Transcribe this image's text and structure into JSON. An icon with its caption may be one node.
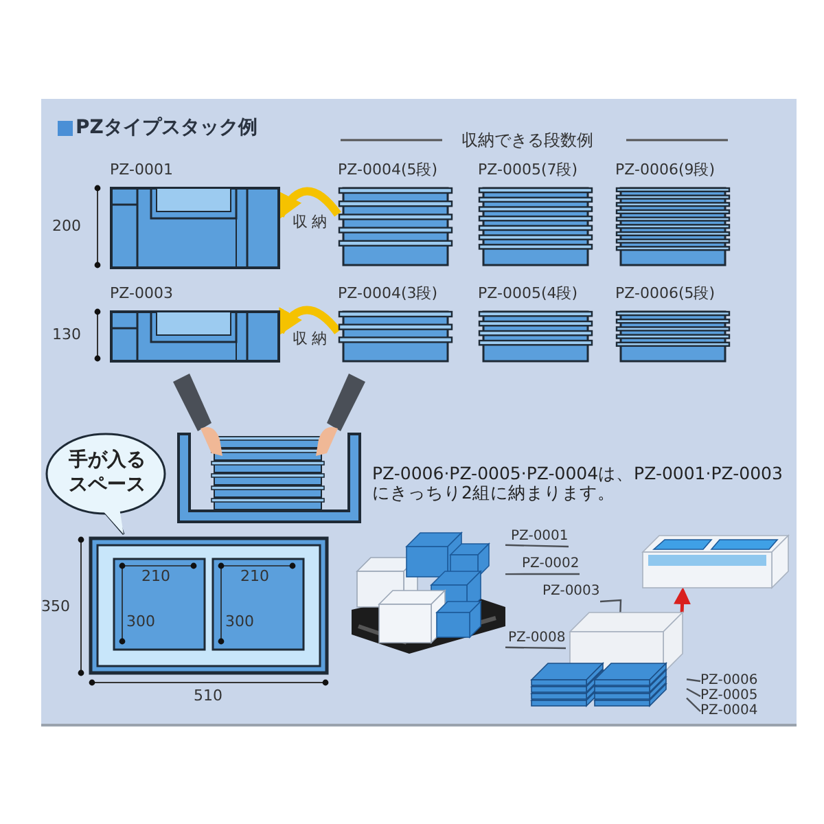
{
  "diagram": {
    "title": "PZタイプスタック例",
    "nodes": [
      {
        "text": [
          "PZ-0001"
        ]
      },
      {
        "text": [
          "PZ-0004(5段)"
        ]
      },
      {
        "text": [
          "PZ-0005(7段)"
        ]
      },
      {
        "text": [
          "PZ-0006(9段)"
        ]
      },
      {
        "text": [
          "PZ-0003"
        ]
      },
      {
        "text": [
          "PZ-0004(3段)"
        ]
      },
      {
        "text": [
          "PZ-0005(4段)"
        ]
      },
      {
        "text": [
          "PZ-0006(5段)"
        ]
      },
      {
        "text": [
          "手が入るスペース"
        ]
      },
      {
        "text": [],
        "shape": "picture"
      },
      {
        "text": [
          "PZ-0001"
        ]
      },
      {
        "text": [
          "PZ-0002"
        ]
      },
      {
        "text": [
          "PZ-0003"
        ]
      },
      {
        "text": [
          "PZ-0008"
        ]
      },
      {
        "text": [],
        "shape": "picture"
      },
      {
        "text": [],
        "shape": "picture"
      },
      {
        "text": [
          "PZ-0006"
        ]
      },
      {
        "text": [
          "PZ-0005"
        ]
      },
      {
        "text": [
          "PZ-0004"
        ]
      }
    ],
    "edges": [
      {
        "from": 1,
        "to": 0,
        "arrow": "to",
        "label": "収納",
        "style": "thick",
        "color": "#f5c200"
      },
      {
        "from": 5,
        "to": 4,
        "arrow": "to",
        "label": "収納",
        "style": "thick",
        "color": "#f5c200"
      },
      {
        "from": 10,
        "to": 9,
        "arrow": "none"
      },
      {
        "from": 11,
        "to": 9,
        "arrow": "none"
      },
      {
        "from": 12,
        "to": 14,
        "arrow": "none"
      },
      {
        "from": 13,
        "to": 9,
        "arrow": "none"
      },
      {
        "from": 16,
        "to": 14,
        "arrow": "none"
      },
      {
        "from": 17,
        "to": 14,
        "arrow": "none"
      },
      {
        "from": 18,
        "to": 14,
        "arrow": "none"
      },
      {
        "from": 14,
        "to": 15,
        "arrow": "to",
        "color": "#d9201e"
      }
    ],
    "labels": [
      "収納できる段数例",
      "200",
      "130",
      "PZ-0006·PZ-0005·PZ-0004は、PZ-0001·PZ-0003にきっちり2組に納まります。",
      "350",
      "510",
      "210",
      "300",
      "210",
      "300"
    ]
  }
}
